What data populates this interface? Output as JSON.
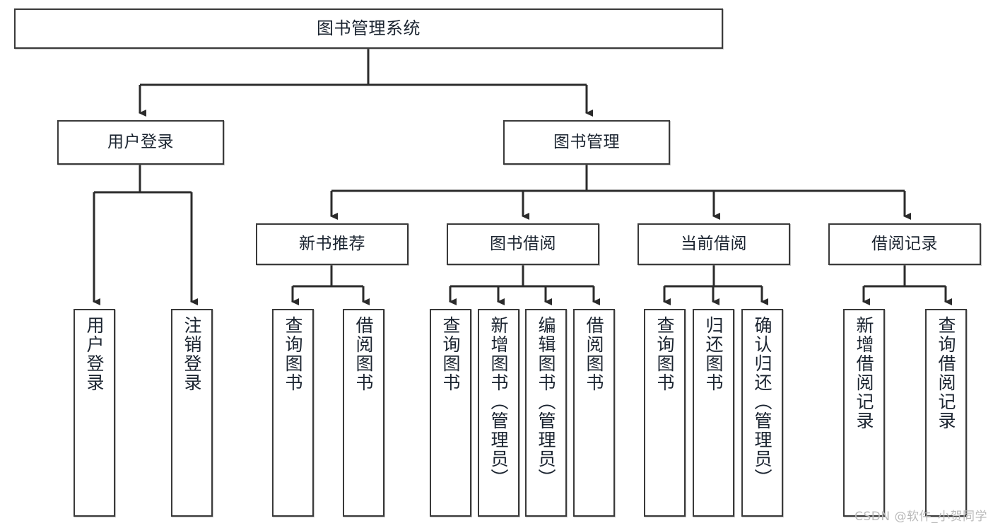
{
  "diagram": {
    "type": "tree-hierarchy",
    "title": "图书管理系统",
    "watermark": "CSDN @软件_小贺同学",
    "colors": {
      "box_border": "#3a3a3a",
      "box_fill": "#ffffff",
      "edge": "#2b2b2b",
      "text": "#1b2430",
      "watermark": "#b9b9b9",
      "background": "#ffffff"
    },
    "nodes": {
      "root": {
        "label": "图书管理系统",
        "level": 1
      },
      "l2": [
        {
          "id": "user-login",
          "label": "用户登录",
          "level": 2
        },
        {
          "id": "book-manage",
          "label": "图书管理",
          "level": 2
        }
      ],
      "l3": [
        {
          "id": "new-book-recommend",
          "label": "新书推荐",
          "level": 3,
          "parent": "book-manage"
        },
        {
          "id": "book-borrow",
          "label": "图书借阅",
          "level": 3,
          "parent": "book-manage"
        },
        {
          "id": "current-borrow",
          "label": "当前借阅",
          "level": 3,
          "parent": "book-manage"
        },
        {
          "id": "borrow-record",
          "label": "借阅记录",
          "level": 3,
          "parent": "book-manage"
        }
      ],
      "leaves": [
        {
          "id": "leaf-user-login",
          "label": "用户登录",
          "parent": "user-login"
        },
        {
          "id": "leaf-user-logout",
          "label": "注销登录",
          "parent": "user-login"
        },
        {
          "id": "leaf-query-book-1",
          "label": "查询图书",
          "parent": "new-book-recommend"
        },
        {
          "id": "leaf-borrow-book-1",
          "label": "借阅图书",
          "parent": "new-book-recommend"
        },
        {
          "id": "leaf-query-book-2",
          "label": "查询图书",
          "parent": "book-borrow"
        },
        {
          "id": "leaf-add-book",
          "label": "新增图书（管理员）",
          "parent": "book-borrow"
        },
        {
          "id": "leaf-edit-book",
          "label": "编辑图书（管理员）",
          "parent": "book-borrow"
        },
        {
          "id": "leaf-borrow-book-2",
          "label": "借阅图书",
          "parent": "book-borrow"
        },
        {
          "id": "leaf-query-book-3",
          "label": "查询图书",
          "parent": "current-borrow"
        },
        {
          "id": "leaf-return-book",
          "label": "归还图书",
          "parent": "current-borrow"
        },
        {
          "id": "leaf-confirm-return",
          "label": "确认归还（管理员）",
          "parent": "current-borrow"
        },
        {
          "id": "leaf-add-record",
          "label": "新增借阅记录",
          "parent": "borrow-record"
        },
        {
          "id": "leaf-query-record",
          "label": "查询借阅记录",
          "parent": "borrow-record"
        }
      ]
    }
  }
}
